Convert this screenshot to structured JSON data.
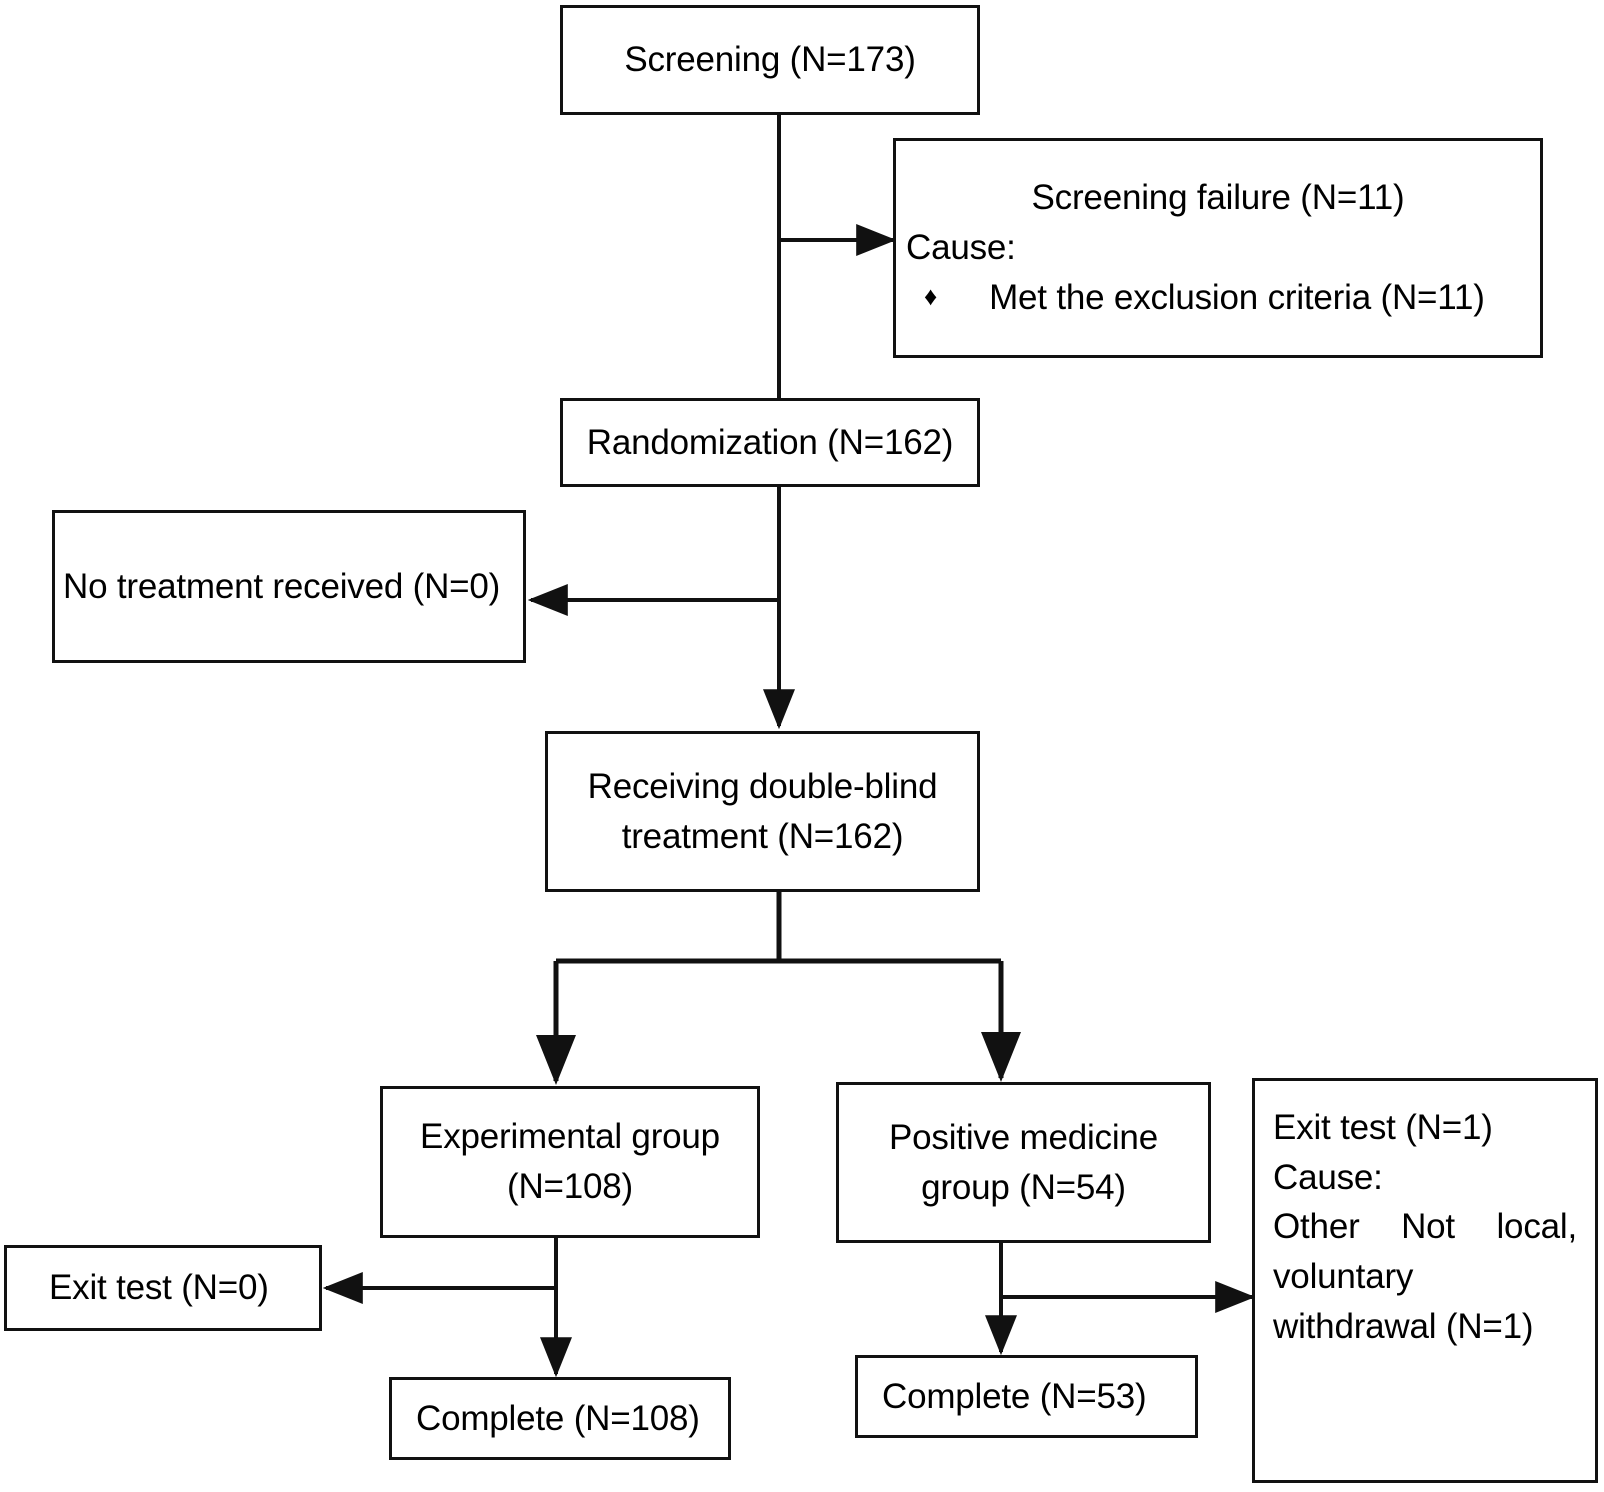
{
  "diagram": {
    "type": "consort-flow-diagram",
    "nodes": {
      "screening": {
        "label": "Screening (N=173)"
      },
      "screening_failure": {
        "title": "Screening failure (N=11)",
        "cause_label": "Cause:",
        "bullet_glyph": "♦",
        "bullet_item": "Met the exclusion criteria (N=11)"
      },
      "randomization": {
        "label": "Randomization (N=162)"
      },
      "no_treatment": {
        "label": "No treatment received (N=0)"
      },
      "double_blind": {
        "line1": "Receiving double-blind",
        "line2": "treatment (N=162)"
      },
      "experimental_group": {
        "line1": "Experimental group",
        "line2": "(N=108)"
      },
      "positive_group": {
        "line1": "Positive medicine",
        "line2": "group (N=54)"
      },
      "exit_test_left": {
        "label": "Exit test (N=0)"
      },
      "exit_test_right": {
        "line1": "Exit test (N=1)",
        "line2": "Cause:",
        "line3": "Other  Not  local,",
        "line4": "voluntary",
        "line5": "withdrawal (N=1)"
      },
      "complete_left": {
        "label": "Complete (N=108)"
      },
      "complete_right": {
        "label": "Complete (N=53)"
      }
    },
    "colors": {
      "stroke": "#111111",
      "background": "#ffffff",
      "text": "#000000"
    }
  }
}
